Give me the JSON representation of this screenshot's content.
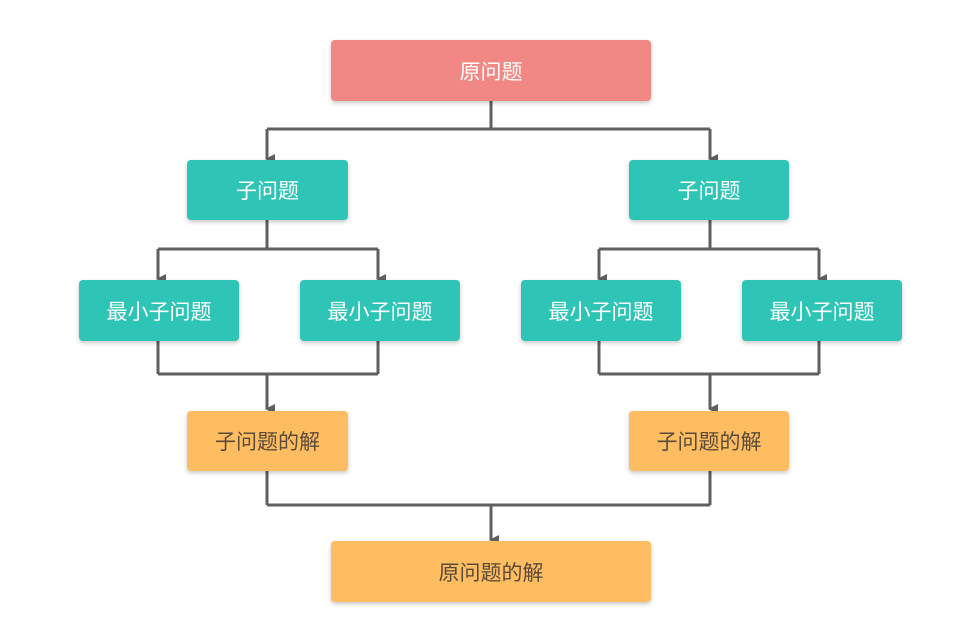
{
  "nodes": {
    "root": "原问题",
    "sub_left": "子问题",
    "sub_right": "子问题",
    "min_ll": "最小子问题",
    "min_lr": "最小子问题",
    "min_rl": "最小子问题",
    "min_rr": "最小子问题",
    "sol_left": "子问题的解",
    "sol_right": "子问题的解",
    "final": "原问题的解"
  },
  "colors": {
    "root": "#f28883",
    "subproblem": "#2ec4b6",
    "solution": "#ffbd61",
    "connector": "#5f5f5f"
  }
}
